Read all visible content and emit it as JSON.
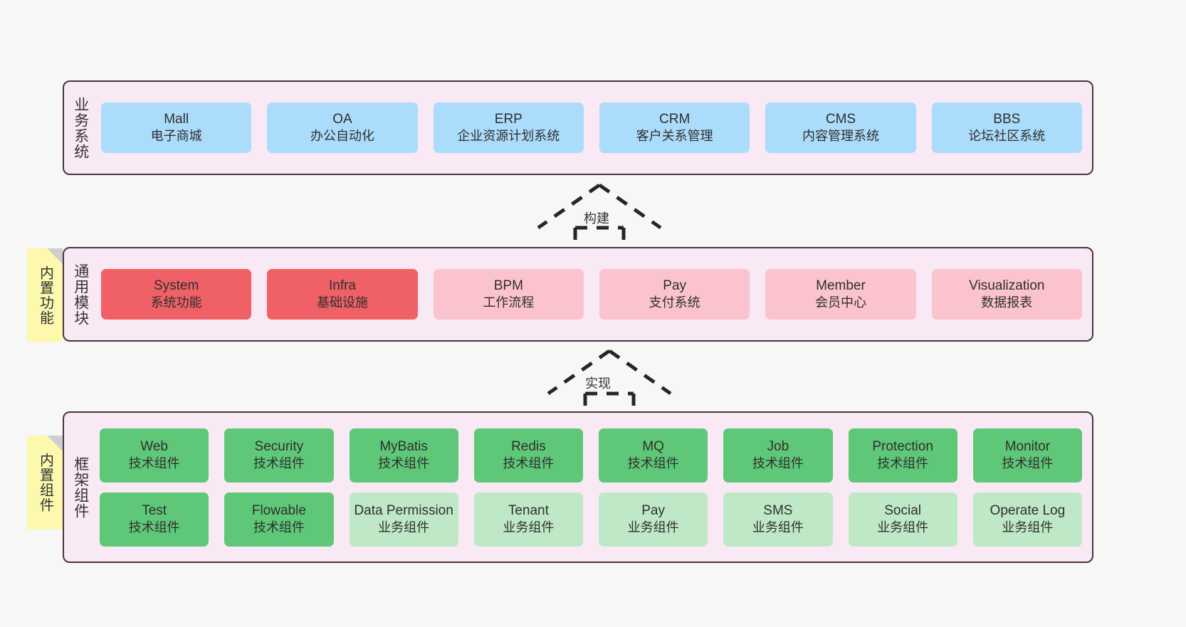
{
  "diagram": {
    "title": "System Architecture Layers",
    "background_color": "#f7f7f7",
    "layer_bg_color": "#f9e9f4",
    "layer_border_color": "#4a3340",
    "sticky_color": "#fcf8ad"
  },
  "layers": [
    {
      "id": "business",
      "title": "业务系统",
      "box_color": "#abdcfb",
      "rows": [
        [
          {
            "en": "Mall",
            "cn": "电子商城"
          },
          {
            "en": "OA",
            "cn": "办公自动化"
          },
          {
            "en": "ERP",
            "cn": "企业资源计划系统"
          },
          {
            "en": "CRM",
            "cn": "客户关系管理"
          },
          {
            "en": "CMS",
            "cn": "内容管理系统"
          },
          {
            "en": "BBS",
            "cn": "论坛社区系统"
          }
        ]
      ]
    },
    {
      "id": "modules",
      "title": "通用模块",
      "sticky": "内置功能",
      "rows": [
        [
          {
            "en": "System",
            "cn": "系统功能",
            "color": "#ef6067"
          },
          {
            "en": "Infra",
            "cn": "基础设施",
            "color": "#ef6067"
          },
          {
            "en": "BPM",
            "cn": "工作流程",
            "color": "#fbc3cd"
          },
          {
            "en": "Pay",
            "cn": "支付系统",
            "color": "#fbc3cd"
          },
          {
            "en": "Member",
            "cn": "会员中心",
            "color": "#fbc3cd"
          },
          {
            "en": "Visualization",
            "cn": "数据报表",
            "color": "#fbc3cd"
          }
        ]
      ]
    },
    {
      "id": "framework",
      "title": "框架组件",
      "sticky": "内置组件",
      "rows": [
        [
          {
            "en": "Web",
            "cn": "技术组件",
            "color": "#5fc878"
          },
          {
            "en": "Security",
            "cn": "技术组件",
            "color": "#5fc878"
          },
          {
            "en": "MyBatis",
            "cn": "技术组件",
            "color": "#5fc878"
          },
          {
            "en": "Redis",
            "cn": "技术组件",
            "color": "#5fc878"
          },
          {
            "en": "MQ",
            "cn": "技术组件",
            "color": "#5fc878"
          },
          {
            "en": "Job",
            "cn": "技术组件",
            "color": "#5fc878"
          },
          {
            "en": "Protection",
            "cn": "技术组件",
            "color": "#5fc878"
          },
          {
            "en": "Monitor",
            "cn": "技术组件",
            "color": "#5fc878"
          }
        ],
        [
          {
            "en": "Test",
            "cn": "技术组件",
            "color": "#5fc878"
          },
          {
            "en": "Flowable",
            "cn": "技术组件",
            "color": "#5fc878"
          },
          {
            "en": "Data Permission",
            "cn": "业务组件",
            "color": "#bfe8c6"
          },
          {
            "en": "Tenant",
            "cn": "业务组件",
            "color": "#bfe8c6"
          },
          {
            "en": "Pay",
            "cn": "业务组件",
            "color": "#bfe8c6"
          },
          {
            "en": "SMS",
            "cn": "业务组件",
            "color": "#bfe8c6"
          },
          {
            "en": "Social",
            "cn": "业务组件",
            "color": "#bfe8c6"
          },
          {
            "en": "Operate Log",
            "cn": "业务组件",
            "color": "#bfe8c6"
          }
        ]
      ]
    }
  ],
  "connectors": [
    {
      "id": "build",
      "label": "构建",
      "from": "modules",
      "to": "business",
      "style": "dashed-generalization"
    },
    {
      "id": "impl",
      "label": "实现",
      "from": "framework",
      "to": "modules",
      "style": "dashed-generalization"
    }
  ]
}
